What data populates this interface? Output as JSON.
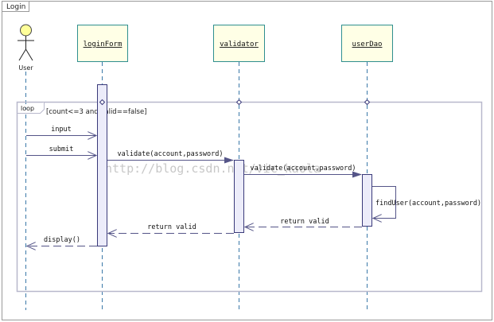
{
  "frame": {
    "title": "Login"
  },
  "actor": {
    "label": "User"
  },
  "lifelines": [
    {
      "id": "loginForm",
      "label": "loginForm"
    },
    {
      "id": "validator",
      "label": "validator"
    },
    {
      "id": "userDao",
      "label": "userDao"
    }
  ],
  "fragment": {
    "keyword": "loop",
    "guard": "[count<=3 and valid==false]"
  },
  "messages": [
    {
      "id": "input",
      "label": "input",
      "kind": "sync"
    },
    {
      "id": "submit",
      "label": "submit",
      "kind": "sync"
    },
    {
      "id": "validate-1",
      "label": "validate(account,password)",
      "kind": "sync"
    },
    {
      "id": "validate-2",
      "label": "validate(account,password)",
      "kind": "sync"
    },
    {
      "id": "findUser",
      "label": "findUser(account,password)",
      "kind": "self"
    },
    {
      "id": "return-dao",
      "label": "return valid",
      "kind": "return"
    },
    {
      "id": "return-validator",
      "label": "return valid",
      "kind": "return"
    },
    {
      "id": "display",
      "label": "display()",
      "kind": "return"
    }
  ],
  "watermark": "http://blog.csdn.net/vic_kaola",
  "colors": {
    "frame": "#9a9a9a",
    "fragment": "#b8b8cc",
    "lifeline_header_fill": "#ffffe6",
    "lifeline_header_border": "#2f8f8f",
    "activation_fill": "#ececfa",
    "activation_border": "#3a3a7a",
    "arrow": "#555588",
    "lifeline": "#3a78a8",
    "actor_head": "#ffff99",
    "watermark": "#c8c8c8"
  }
}
